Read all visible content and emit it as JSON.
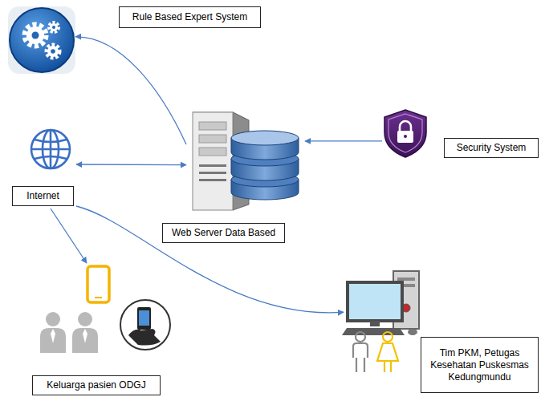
{
  "diagram": {
    "nodes": [
      {
        "text": [
          "Rule Based Expert System"
        ]
      },
      {
        "text": [
          "Security System"
        ]
      },
      {
        "text": [
          "Internet"
        ]
      },
      {
        "text": [
          "Web Server Data Based"
        ]
      },
      {
        "text": [
          "Tim PKM, Petugas Kesehatan Puskesmas Kedungmundu"
        ]
      },
      {
        "text": [
          "Keluarga pasien ODGJ"
        ]
      }
    ],
    "edges": [
      {
        "from": 3,
        "to": 0,
        "arrow": "to"
      },
      {
        "from": 1,
        "to": 3,
        "arrow": "to"
      },
      {
        "from": 2,
        "to": 3,
        "arrow": "both"
      },
      {
        "from": 2,
        "to": 5,
        "arrow": "to"
      },
      {
        "from": 2,
        "to": 4,
        "arrow": "to"
      }
    ]
  }
}
